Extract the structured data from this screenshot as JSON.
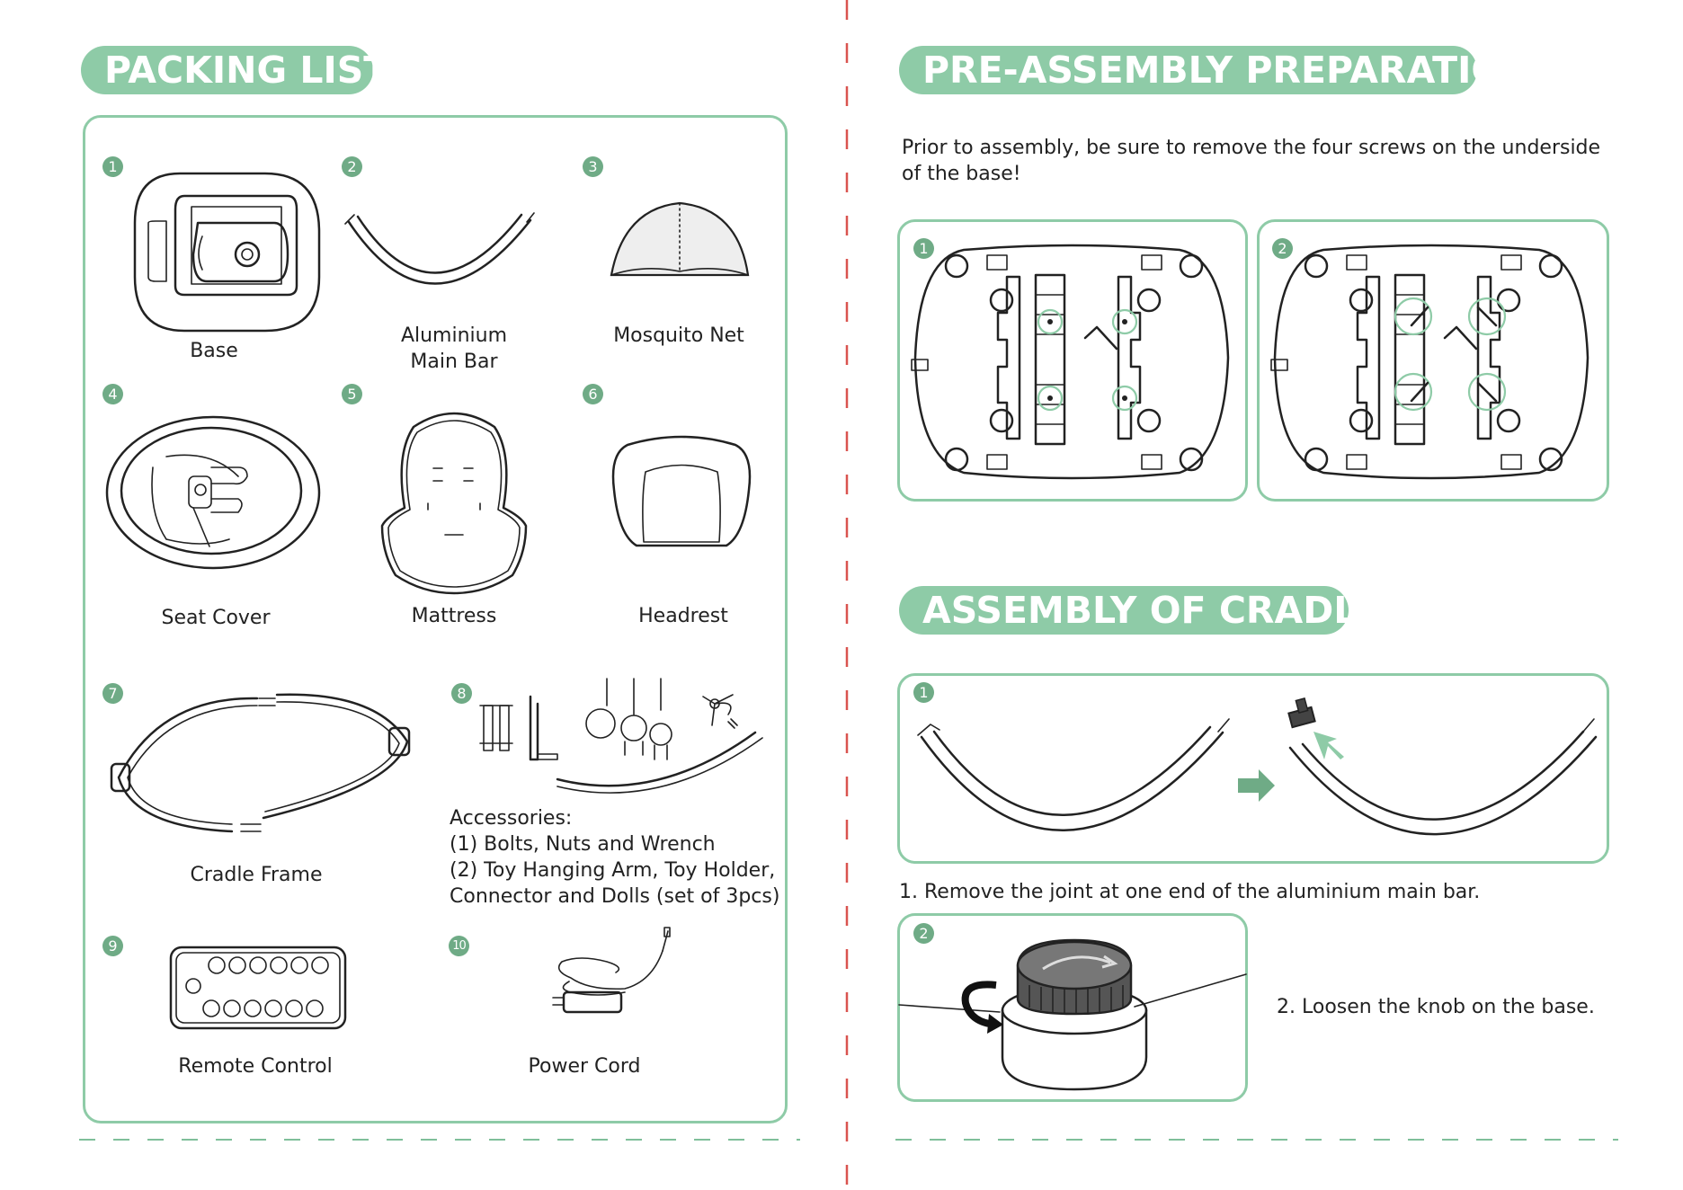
{
  "packing": {
    "title": "PACKING LIST",
    "items": [
      {
        "num": "1",
        "label": "Base"
      },
      {
        "num": "2",
        "label_line1": "Aluminium",
        "label_line2": "Main Bar"
      },
      {
        "num": "3",
        "label": "Mosquito Net"
      },
      {
        "num": "4",
        "label": "Seat Cover"
      },
      {
        "num": "5",
        "label": "Mattress"
      },
      {
        "num": "6",
        "label": "Headrest"
      },
      {
        "num": "7",
        "label": "Cradle Frame"
      },
      {
        "num": "8",
        "accessories": [
          "Accessories:",
          "(1) Bolts, Nuts and Wrench",
          "(2) Toy Hanging Arm, Toy Holder,",
          "Connector and Dolls (set of 3pcs)"
        ]
      },
      {
        "num": "9",
        "label": "Remote Control"
      },
      {
        "num": "10",
        "label": "Power Cord"
      }
    ]
  },
  "preassembly": {
    "title": "PRE-ASSEMBLY PREPARATION",
    "line1": "Prior to assembly, be sure to remove the four screws on the underside",
    "line2": "of the base!",
    "steps": [
      "1",
      "2"
    ]
  },
  "assembly": {
    "title": "ASSEMBLY OF CRADLE",
    "step1_num": "1",
    "step1_text": "1. Remove the joint at one end of the aluminium main bar.",
    "step2_num": "2",
    "step2_text": "2. Loosen the knob on the base."
  },
  "colors": {
    "accent": "#8ecba7",
    "accent_dark": "#6fab86",
    "divider": "#d9534f"
  }
}
